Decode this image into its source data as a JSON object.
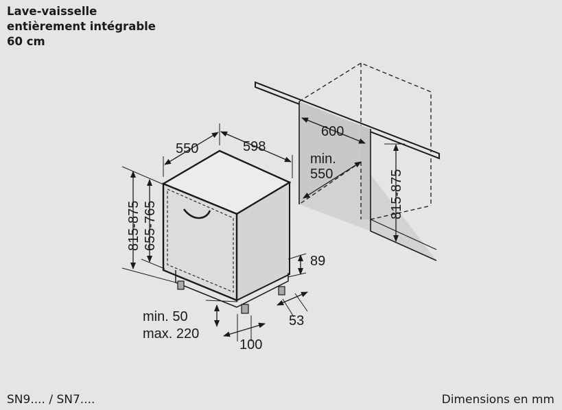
{
  "title": {
    "line1": "Lave-vaisselle",
    "line2": "entièrement intégrable",
    "line3": "60 cm"
  },
  "dimensions": {
    "depth": "550",
    "width": "598",
    "niche_width": "600",
    "niche_depth_line1": "min.",
    "niche_depth_line2": "550",
    "height_total": "815-875",
    "height_door": "655-765",
    "niche_height": "815-875",
    "plinth_height": "89",
    "plinth_offset": "53",
    "plinth_range_line1": "min. 50",
    "plinth_range_line2": "max. 220",
    "foot_offset": "100"
  },
  "footer": {
    "model": "SN9.... / SN7....",
    "units": "Dimensions en mm"
  },
  "colors": {
    "background": "#e5e5e5",
    "niche_fill": "#c8c8c8",
    "appliance_front": "#dcdcdc",
    "appliance_top": "#ececec",
    "line": "#1a1a1a"
  }
}
